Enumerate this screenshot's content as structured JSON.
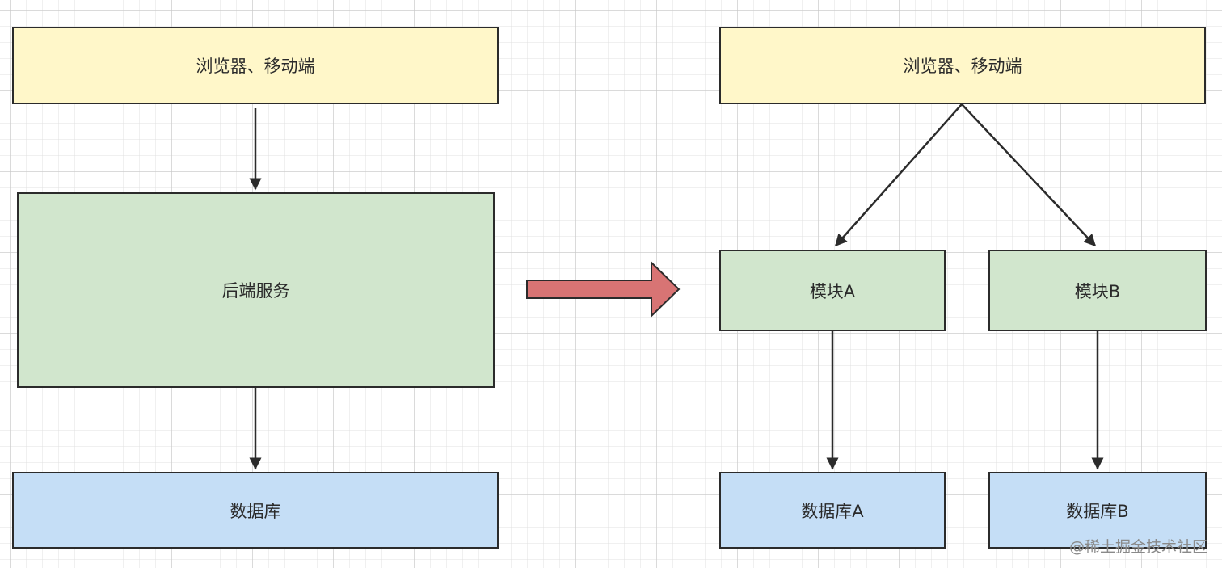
{
  "left": {
    "client_label": "浏览器、移动端",
    "service_label": "后端服务",
    "database_label": "数据库"
  },
  "right": {
    "client_label": "浏览器、移动端",
    "module_a_label": "模块A",
    "module_b_label": "模块B",
    "database_a_label": "数据库A",
    "database_b_label": "数据库B"
  },
  "watermark": "@稀土掘金技术社区",
  "colors": {
    "client_fill": "#fff7c9",
    "service_fill": "#d1e6cd",
    "database_fill": "#c5def6",
    "transform_arrow": "#d87474",
    "stroke": "#2b2b2b"
  }
}
